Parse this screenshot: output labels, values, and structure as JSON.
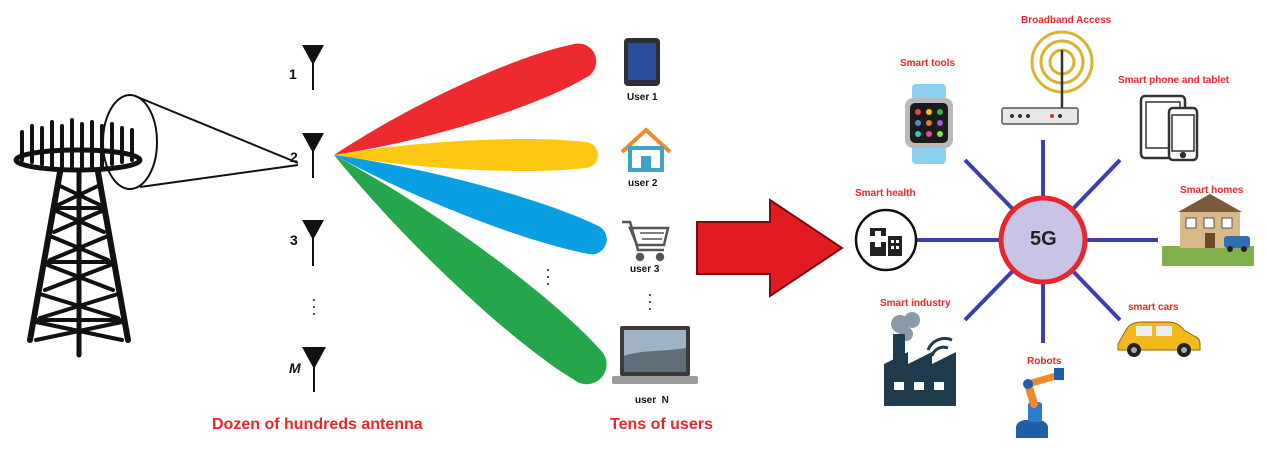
{
  "left": {
    "antennas": [
      {
        "label": "1"
      },
      {
        "label": "2"
      },
      {
        "label": "3"
      },
      {
        "label": "M"
      }
    ],
    "users": [
      {
        "label": "User 1",
        "icon": "tablet-icon"
      },
      {
        "label": "user 2",
        "icon": "house-icon"
      },
      {
        "label": "user 3",
        "icon": "shopping-cart-icon"
      },
      {
        "label": "user  N",
        "icon": "laptop-icon"
      }
    ],
    "beam_colors": [
      "#ee2a2e",
      "#fdc712",
      "#0a9ee3",
      "#25a64a"
    ],
    "caption_antennas": "Dozen of hundreds antenna",
    "caption_users": "Tens of users"
  },
  "arrow_color": "#e21b22",
  "right": {
    "hub": {
      "label": "5G",
      "fill": "#c9c4e6",
      "ring": "#e8262b"
    },
    "spoke_color": "#3b3fb0",
    "apps": [
      {
        "label": "Broadband Access",
        "icon": "wifi-router-icon"
      },
      {
        "label": "Smart tools",
        "icon": "smartwatch-icon"
      },
      {
        "label": "Smart phone and tablet",
        "icon": "phone-tablet-icon"
      },
      {
        "label": "Smart health",
        "icon": "hospital-icon"
      },
      {
        "label": "Smart homes",
        "icon": "home-building-icon"
      },
      {
        "label": "Smart industry",
        "icon": "factory-icon"
      },
      {
        "label": "smart cars",
        "icon": "car-icon"
      },
      {
        "label": "Robots",
        "icon": "robot-arm-icon"
      }
    ]
  }
}
